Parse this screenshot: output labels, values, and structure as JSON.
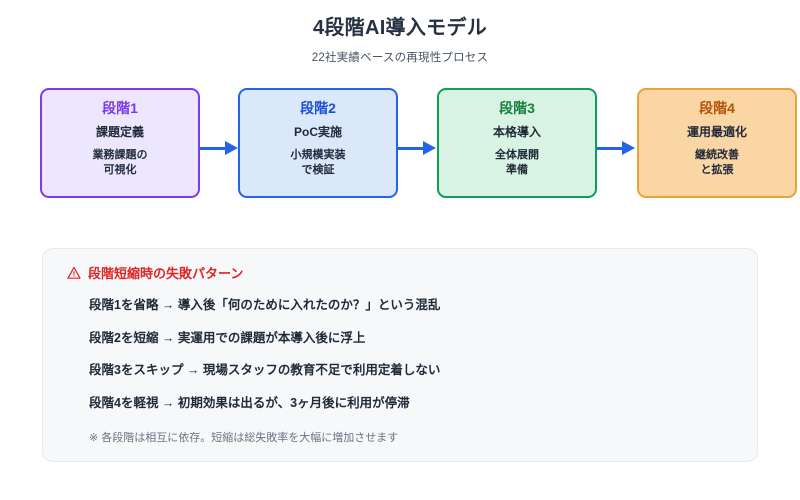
{
  "header": {
    "title": "4段階AI導入モデル",
    "subtitle": "22社実績ベースの再現性プロセス"
  },
  "flow": {
    "arrow_color": "#2563EB",
    "stages": [
      {
        "label": "段階1",
        "main": "課題定義",
        "sub_line1": "業務課題の",
        "sub_line2": "可視化",
        "border_color": "#7C3AED",
        "fill_color": "#ECE7FD",
        "label_color": "#7C3AED"
      },
      {
        "label": "段階2",
        "main": "PoC実施",
        "sub_line1": "小規模実装",
        "sub_line2": "で検証",
        "border_color": "#2563EB",
        "fill_color": "#DBE8FA",
        "label_color": "#1D4ED8"
      },
      {
        "label": "段階3",
        "main": "本格導入",
        "sub_line1": "全体展開",
        "sub_line2": "準備",
        "border_color": "#0F9D58",
        "fill_color": "#D8F3E3",
        "label_color": "#15803D"
      },
      {
        "label": "段階4",
        "main": "運用最適化",
        "sub_line1": "継続改善",
        "sub_line2": "と拡張",
        "border_color": "#E8A33D",
        "fill_color": "#F9D6A4",
        "label_color": "#B45309"
      }
    ]
  },
  "warning_panel": {
    "icon": "warning-triangle-icon",
    "heading": "段階短縮時の失敗パターン",
    "heading_color": "#E02424",
    "items": [
      "段階1を省略 → 導入後「何のために入れたのか？」という混乱",
      "段階2を短縮 → 実運用での課題が本導入後に浮上",
      "段階3をスキップ → 現場スタッフの教育不足で利用定着しない",
      "段階4を軽視 → 初期効果は出るが、3ヶ月後に利用が停滞"
    ],
    "footnote": "※ 各段階は相互に依存。短縮は総失敗率を大幅に増加させます"
  }
}
